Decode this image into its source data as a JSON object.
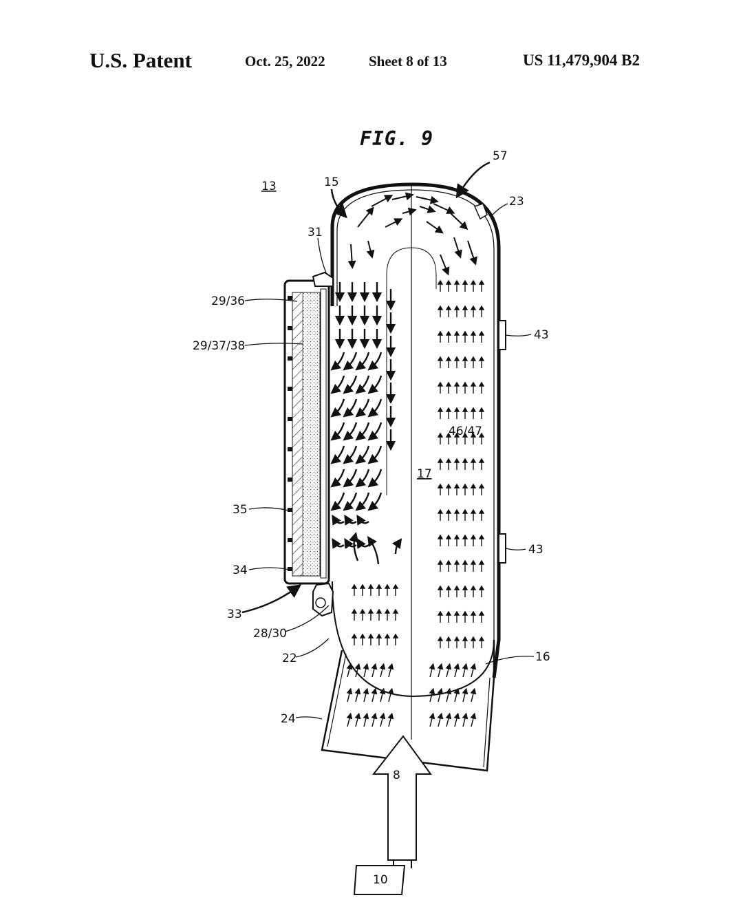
{
  "header": {
    "left": "U.S. Patent",
    "date": "Oct. 25, 2022",
    "sheet": "Sheet 8 of 13",
    "number": "US 11,479,904 B2"
  },
  "figure": {
    "title": "FIG. 9",
    "labels": {
      "l13": "13",
      "l15": "15",
      "l57": "57",
      "l23": "23",
      "l31": "31",
      "l2936": "29/36",
      "l293738": "29/37/38",
      "l43a": "43",
      "l4647": "46/47",
      "l17": "17",
      "l35": "35",
      "l43b": "43",
      "l34": "34",
      "l33": "33",
      "l2830": "28/30",
      "l22": "22",
      "l16": "16",
      "l24": "24",
      "l8": "8",
      "l10": "10"
    }
  }
}
